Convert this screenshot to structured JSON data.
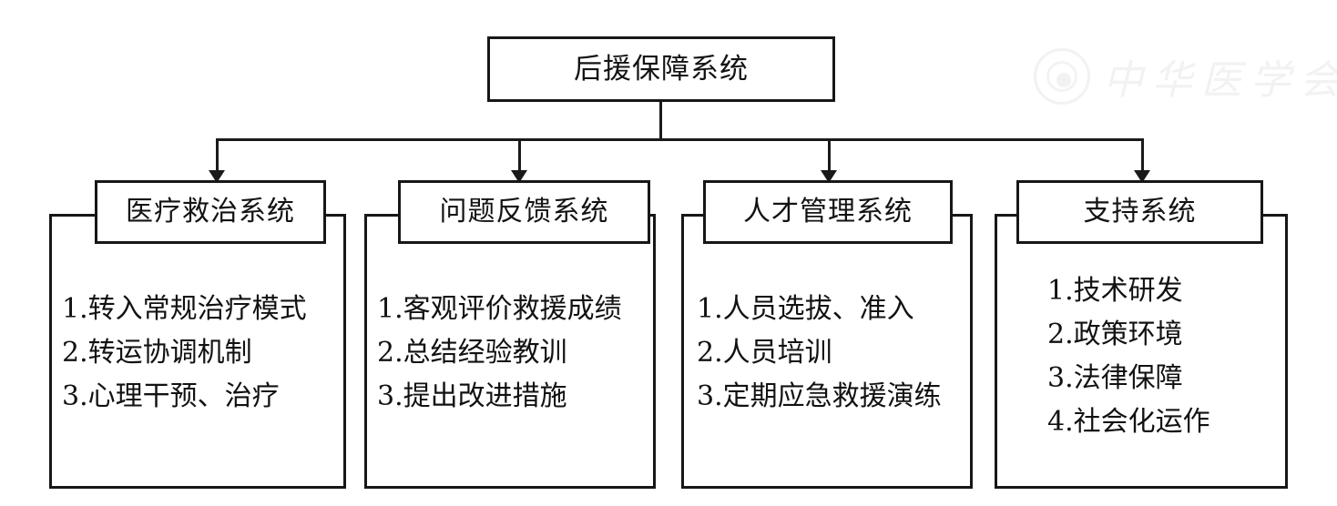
{
  "diagram": {
    "title": "后援保障系统",
    "watermark": {
      "text": "中华医学会",
      "seal_icon": "circular-seal-icon"
    },
    "accent_color": "#171717",
    "background_color": "#ffffff",
    "columns": [
      {
        "header": "医疗救治系统",
        "items": [
          "1.转入常规治疗模式",
          "2.转运协调机制",
          "3.心理干预、治疗"
        ]
      },
      {
        "header": "问题反馈系统",
        "items": [
          "1.客观评价救援成绩",
          "2.总结经验教训",
          "3.提出改进措施"
        ]
      },
      {
        "header": "人才管理系统",
        "items": [
          "1.人员选拔、准入",
          "2.人员培训",
          "3.定期应急救援演练"
        ]
      },
      {
        "header": "支持系统",
        "items": [
          "1.技术研发",
          "2.政策环境",
          "3.法律保障",
          "4.社会化运作"
        ]
      }
    ]
  }
}
